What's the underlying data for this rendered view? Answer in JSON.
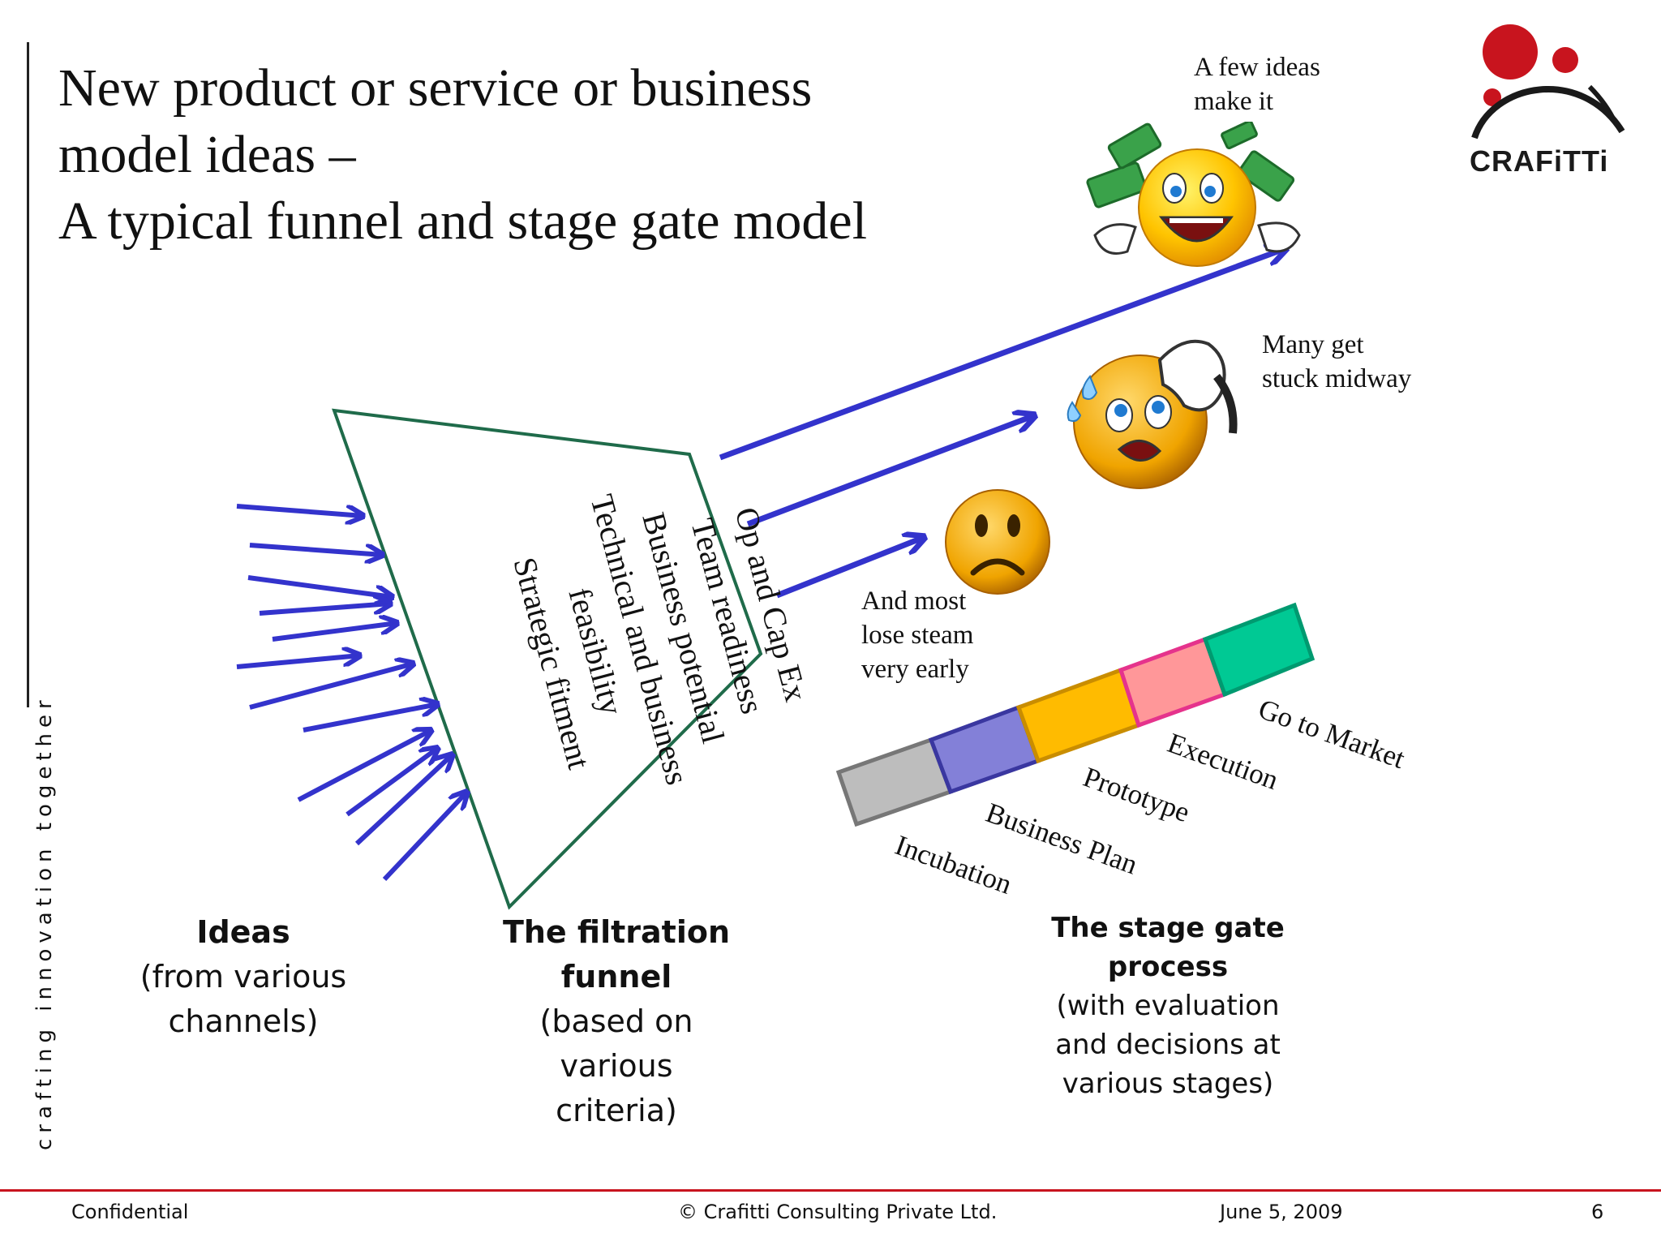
{
  "slide": {
    "title_lines": [
      "New product or service or business",
      "model ideas –",
      "A typical funnel and stage gate model"
    ],
    "tagline": "crafting innovation together",
    "logo_text": "CRAFiTTi"
  },
  "funnel": {
    "criteria": [
      "Op and Cap Ex",
      "Team readiness",
      "Business potential",
      "Technical and business",
      "feasibility",
      "Strategic fitment"
    ]
  },
  "outcomes": {
    "top": {
      "lines": [
        "A few ideas",
        "make it"
      ],
      "icon": "money-smiley-icon"
    },
    "middle": {
      "lines": [
        "Many get",
        "stuck midway"
      ],
      "icon": "sweating-smiley-icon"
    },
    "bottom": {
      "lines": [
        "And most",
        "lose steam",
        "very early"
      ],
      "icon": "sad-smiley-icon"
    }
  },
  "stages": [
    {
      "label": "Incubation",
      "color": "#bdbdbd"
    },
    {
      "label": "Business Plan",
      "color": "#8380d8"
    },
    {
      "label": "Prototype",
      "color": "#ffbb00"
    },
    {
      "label": "Execution",
      "color": "#ff9799"
    },
    {
      "label": "Go to Market",
      "color": "#00c994"
    }
  ],
  "columns": {
    "ideas": {
      "heading": "Ideas",
      "lines": [
        "(from various",
        "channels)"
      ]
    },
    "funnel": {
      "heading_lines": [
        "The filtration",
        "funnel"
      ],
      "lines": [
        "(based on",
        "various",
        "criteria)"
      ]
    },
    "stage_gate": {
      "heading_lines": [
        "The stage gate",
        "process"
      ],
      "lines": [
        "(with evaluation",
        "and decisions at",
        "various stages)"
      ]
    }
  },
  "footer": {
    "left": "Confidential",
    "center": "© Crafitti Consulting Private Ltd.",
    "date": "June 5, 2009",
    "page": "6"
  },
  "colors": {
    "arrow": "#3333cc",
    "funnel_stroke": "#1f6b4a",
    "footer_rule": "#c8141e",
    "logo_red": "#c8141e"
  }
}
